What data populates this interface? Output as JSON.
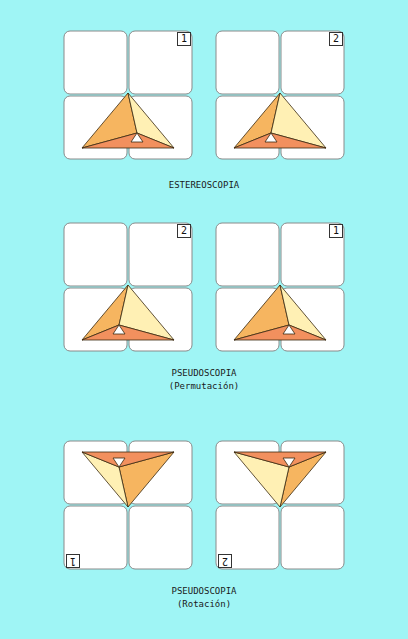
{
  "diagram": {
    "nodes": [
      {
        "text": [
          "1"
        ]
      },
      {
        "text": [
          "2"
        ]
      },
      {
        "text": [
          "2"
        ]
      },
      {
        "text": [
          "1"
        ]
      },
      {
        "text": [
          "1"
        ]
      },
      {
        "text": [
          "2"
        ]
      }
    ],
    "labels": [
      "ESTEREOSCOPIA",
      "PSEUDOSCOPIA",
      "(Permutación)",
      "PSEUDOSCOPIA",
      "(Rotación)"
    ]
  }
}
